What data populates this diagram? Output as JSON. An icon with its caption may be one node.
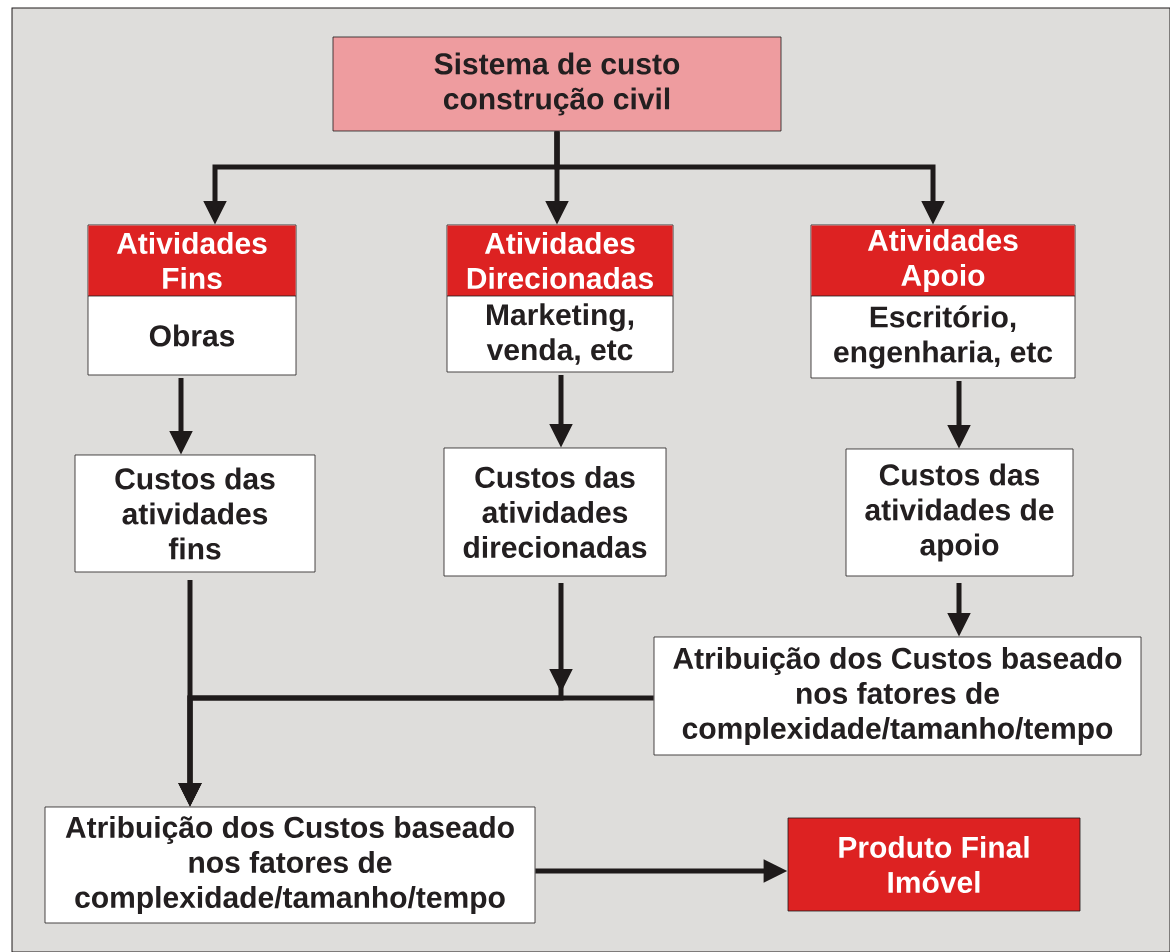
{
  "diagram": {
    "nodes": [
      {
        "text": [
          "Sistema de custo construção civil"
        ]
      },
      {
        "text": [
          "Atividades Fins",
          "Obras"
        ]
      },
      {
        "text": [
          "Atividades Direcionadas",
          "Marketing, venda, etc"
        ]
      },
      {
        "text": [
          "Atividades Apoio",
          "Escritório, engenharia, etc"
        ]
      },
      {
        "text": [
          "Custos das atividades fins"
        ]
      },
      {
        "text": [
          "Custos das atividades direcionadas"
        ]
      },
      {
        "text": [
          "Custos das atividades de apoio"
        ]
      },
      {
        "text": [
          "Atribuição dos Custos baseado nos fatores de complexidade/tamanho/tempo"
        ]
      },
      {
        "text": [
          "Atribuição dos Custos baseado nos fatores de complexidade/tamanho/tempo"
        ]
      },
      {
        "text": [
          "Produto Final Imóvel"
        ]
      }
    ],
    "edges": [
      {
        "from": 0,
        "to": 1,
        "arrow": "to"
      },
      {
        "from": 0,
        "to": 2,
        "arrow": "to"
      },
      {
        "from": 0,
        "to": 3,
        "arrow": "to"
      },
      {
        "from": 1,
        "to": 4,
        "arrow": "to"
      },
      {
        "from": 2,
        "to": 5,
        "arrow": "to"
      },
      {
        "from": 3,
        "to": 6,
        "arrow": "to"
      },
      {
        "from": 6,
        "to": 7,
        "arrow": "to"
      },
      {
        "from": 4,
        "to": 8,
        "arrow": "to"
      },
      {
        "from": 5,
        "to": 8,
        "arrow": "to"
      },
      {
        "from": 7,
        "to": 8,
        "arrow": "to"
      },
      {
        "from": 8,
        "to": 9,
        "arrow": "to"
      }
    ]
  }
}
